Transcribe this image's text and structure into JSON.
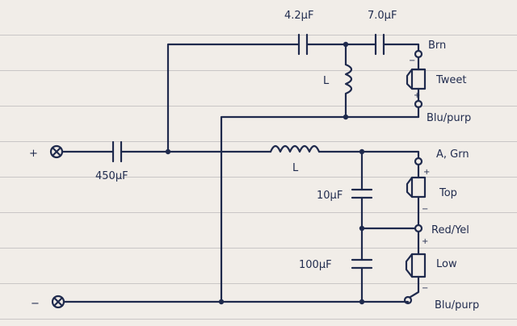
{
  "diagram": {
    "input_positive": "+",
    "input_negative": "−",
    "caps": {
      "c_series_input": "450µF",
      "c_tweet_1": "4.2µF",
      "c_tweet_2": "7.0µF",
      "c_top_shunt": "10µF",
      "c_low_shunt": "100µF"
    },
    "inductors": {
      "l_tweet_shunt": "L",
      "l_series": "L"
    },
    "tweet": {
      "top_tag": "Brn",
      "name": "Tweet",
      "bottom_tag": "Blu/purp",
      "neg_mark": "−",
      "pos_mark": "+"
    },
    "top": {
      "tag": "A, Grn",
      "name": "Top",
      "pos_mark": "+",
      "neg_mark": "−"
    },
    "mid_tag": "Red/Yel",
    "low": {
      "name": "Low",
      "pos_mark": "+",
      "neg_mark": "−",
      "bottom_tag": "Blu/purp"
    },
    "colors": {
      "ink": "#1f2a4d",
      "paper": "#f1ede8",
      "rule": "#c9c6c6"
    }
  }
}
